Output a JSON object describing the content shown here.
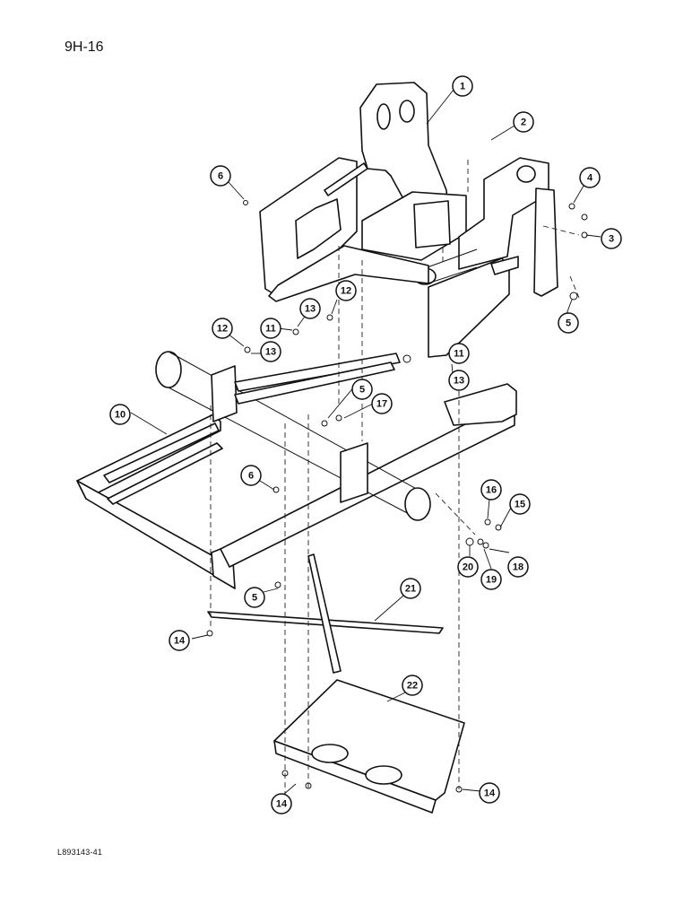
{
  "page_label": "9H-16",
  "drawing_code": "L893143-41",
  "callouts": [
    {
      "id": "callout-1",
      "label": "1"
    },
    {
      "id": "callout-2",
      "label": "2"
    },
    {
      "id": "callout-3",
      "label": "3"
    },
    {
      "id": "callout-4",
      "label": "4"
    },
    {
      "id": "callout-5-top",
      "label": "5"
    },
    {
      "id": "callout-6-top",
      "label": "6"
    },
    {
      "id": "callout-12-right",
      "label": "12"
    },
    {
      "id": "callout-13-upper",
      "label": "13"
    },
    {
      "id": "callout-11-left",
      "label": "11"
    },
    {
      "id": "callout-12-left",
      "label": "12"
    },
    {
      "id": "callout-13-left",
      "label": "13"
    },
    {
      "id": "callout-11-right",
      "label": "11"
    },
    {
      "id": "callout-13-right",
      "label": "13"
    },
    {
      "id": "callout-5-mid",
      "label": "5"
    },
    {
      "id": "callout-17",
      "label": "17"
    },
    {
      "id": "callout-10",
      "label": "10"
    },
    {
      "id": "callout-6-mid",
      "label": "6"
    },
    {
      "id": "callout-16",
      "label": "16"
    },
    {
      "id": "callout-15",
      "label": "15"
    },
    {
      "id": "callout-20",
      "label": "20"
    },
    {
      "id": "callout-19",
      "label": "19"
    },
    {
      "id": "callout-18",
      "label": "18"
    },
    {
      "id": "callout-5-low",
      "label": "5"
    },
    {
      "id": "callout-21",
      "label": "21"
    },
    {
      "id": "callout-14-left",
      "label": "14"
    },
    {
      "id": "callout-22",
      "label": "22"
    },
    {
      "id": "callout-14-bottom",
      "label": "14"
    },
    {
      "id": "callout-14-right",
      "label": "14"
    }
  ]
}
